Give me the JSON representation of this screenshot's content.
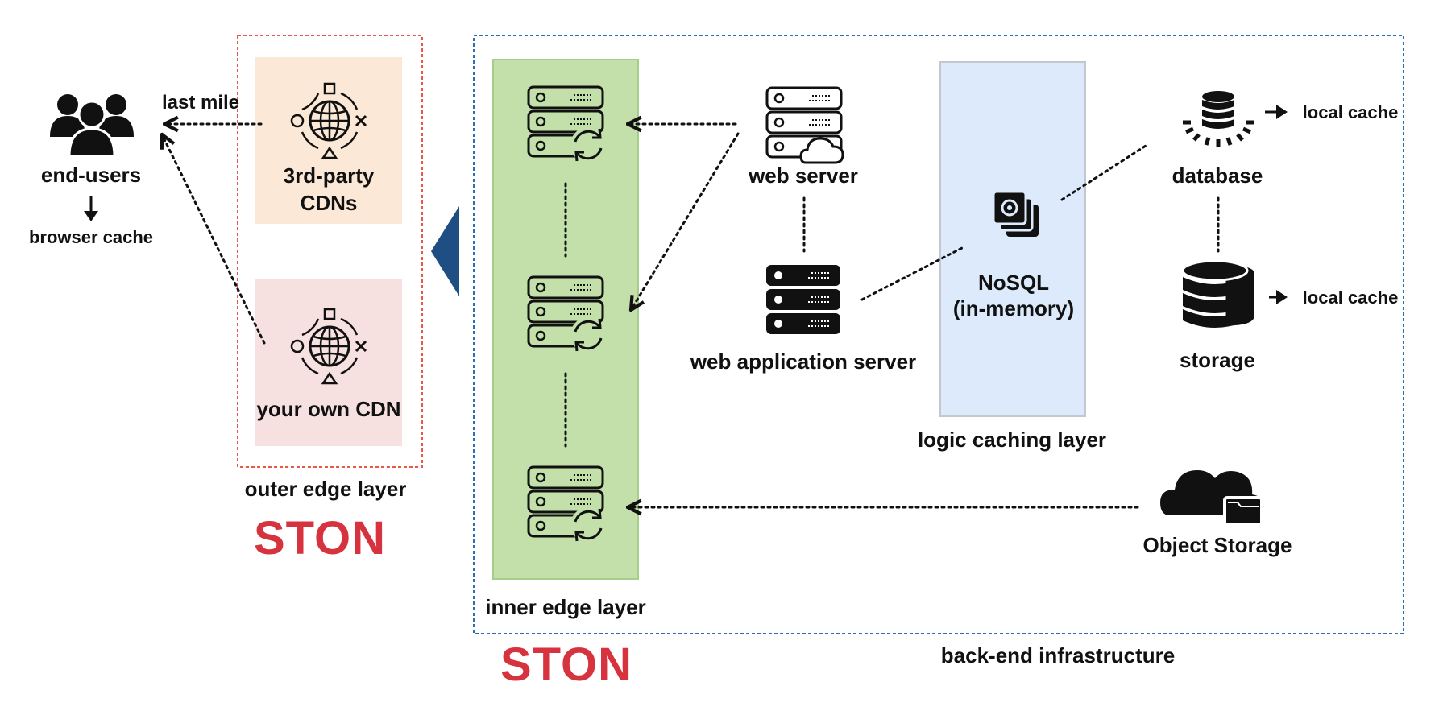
{
  "colors": {
    "outer_box_border": "#e8574a",
    "backend_box_border": "#2a6fb8",
    "third_party_fill": "#fbe8d6",
    "own_cdn_fill": "#f6e0e0",
    "inner_edge_fill": "#c3dfaa",
    "logic_cache_fill": "#ddeafb",
    "divider_triangle": "#1f4f82",
    "ston_logo": "#d7333f"
  },
  "end_users": {
    "label": "end-users",
    "sub_label": "browser cache",
    "icon": "users-group-icon"
  },
  "last_mile": "last mile",
  "outer_edge": {
    "third_party": "3rd-party\nCDNs",
    "third_party_line1": "3rd-party",
    "third_party_line2": "CDNs",
    "own_cdn": "your own CDN",
    "layer_label": "outer edge layer",
    "logo": "STON",
    "icon": "global-network-icon"
  },
  "inner_edge": {
    "layer_label": "inner edge layer",
    "logo": "STON",
    "icon": "cache-server-sync-icon"
  },
  "web_server": {
    "label": "web server",
    "icon": "cloud-server-icon"
  },
  "web_app_server": {
    "label": "web application server",
    "icon": "server-rack-icon"
  },
  "nosql": {
    "line1": "NoSQL",
    "line2": "(in-memory)",
    "icon": "memory-stack-icon"
  },
  "logic_caching_layer": "logic caching layer",
  "database": {
    "label": "database",
    "cache": "local cache",
    "icon": "database-icon"
  },
  "storage": {
    "label": "storage",
    "cache": "local cache",
    "icon": "storage-icon"
  },
  "object_storage": {
    "label": "Object Storage",
    "icon": "cloud-folder-icon"
  },
  "backend_label": "back-end infrastructure"
}
